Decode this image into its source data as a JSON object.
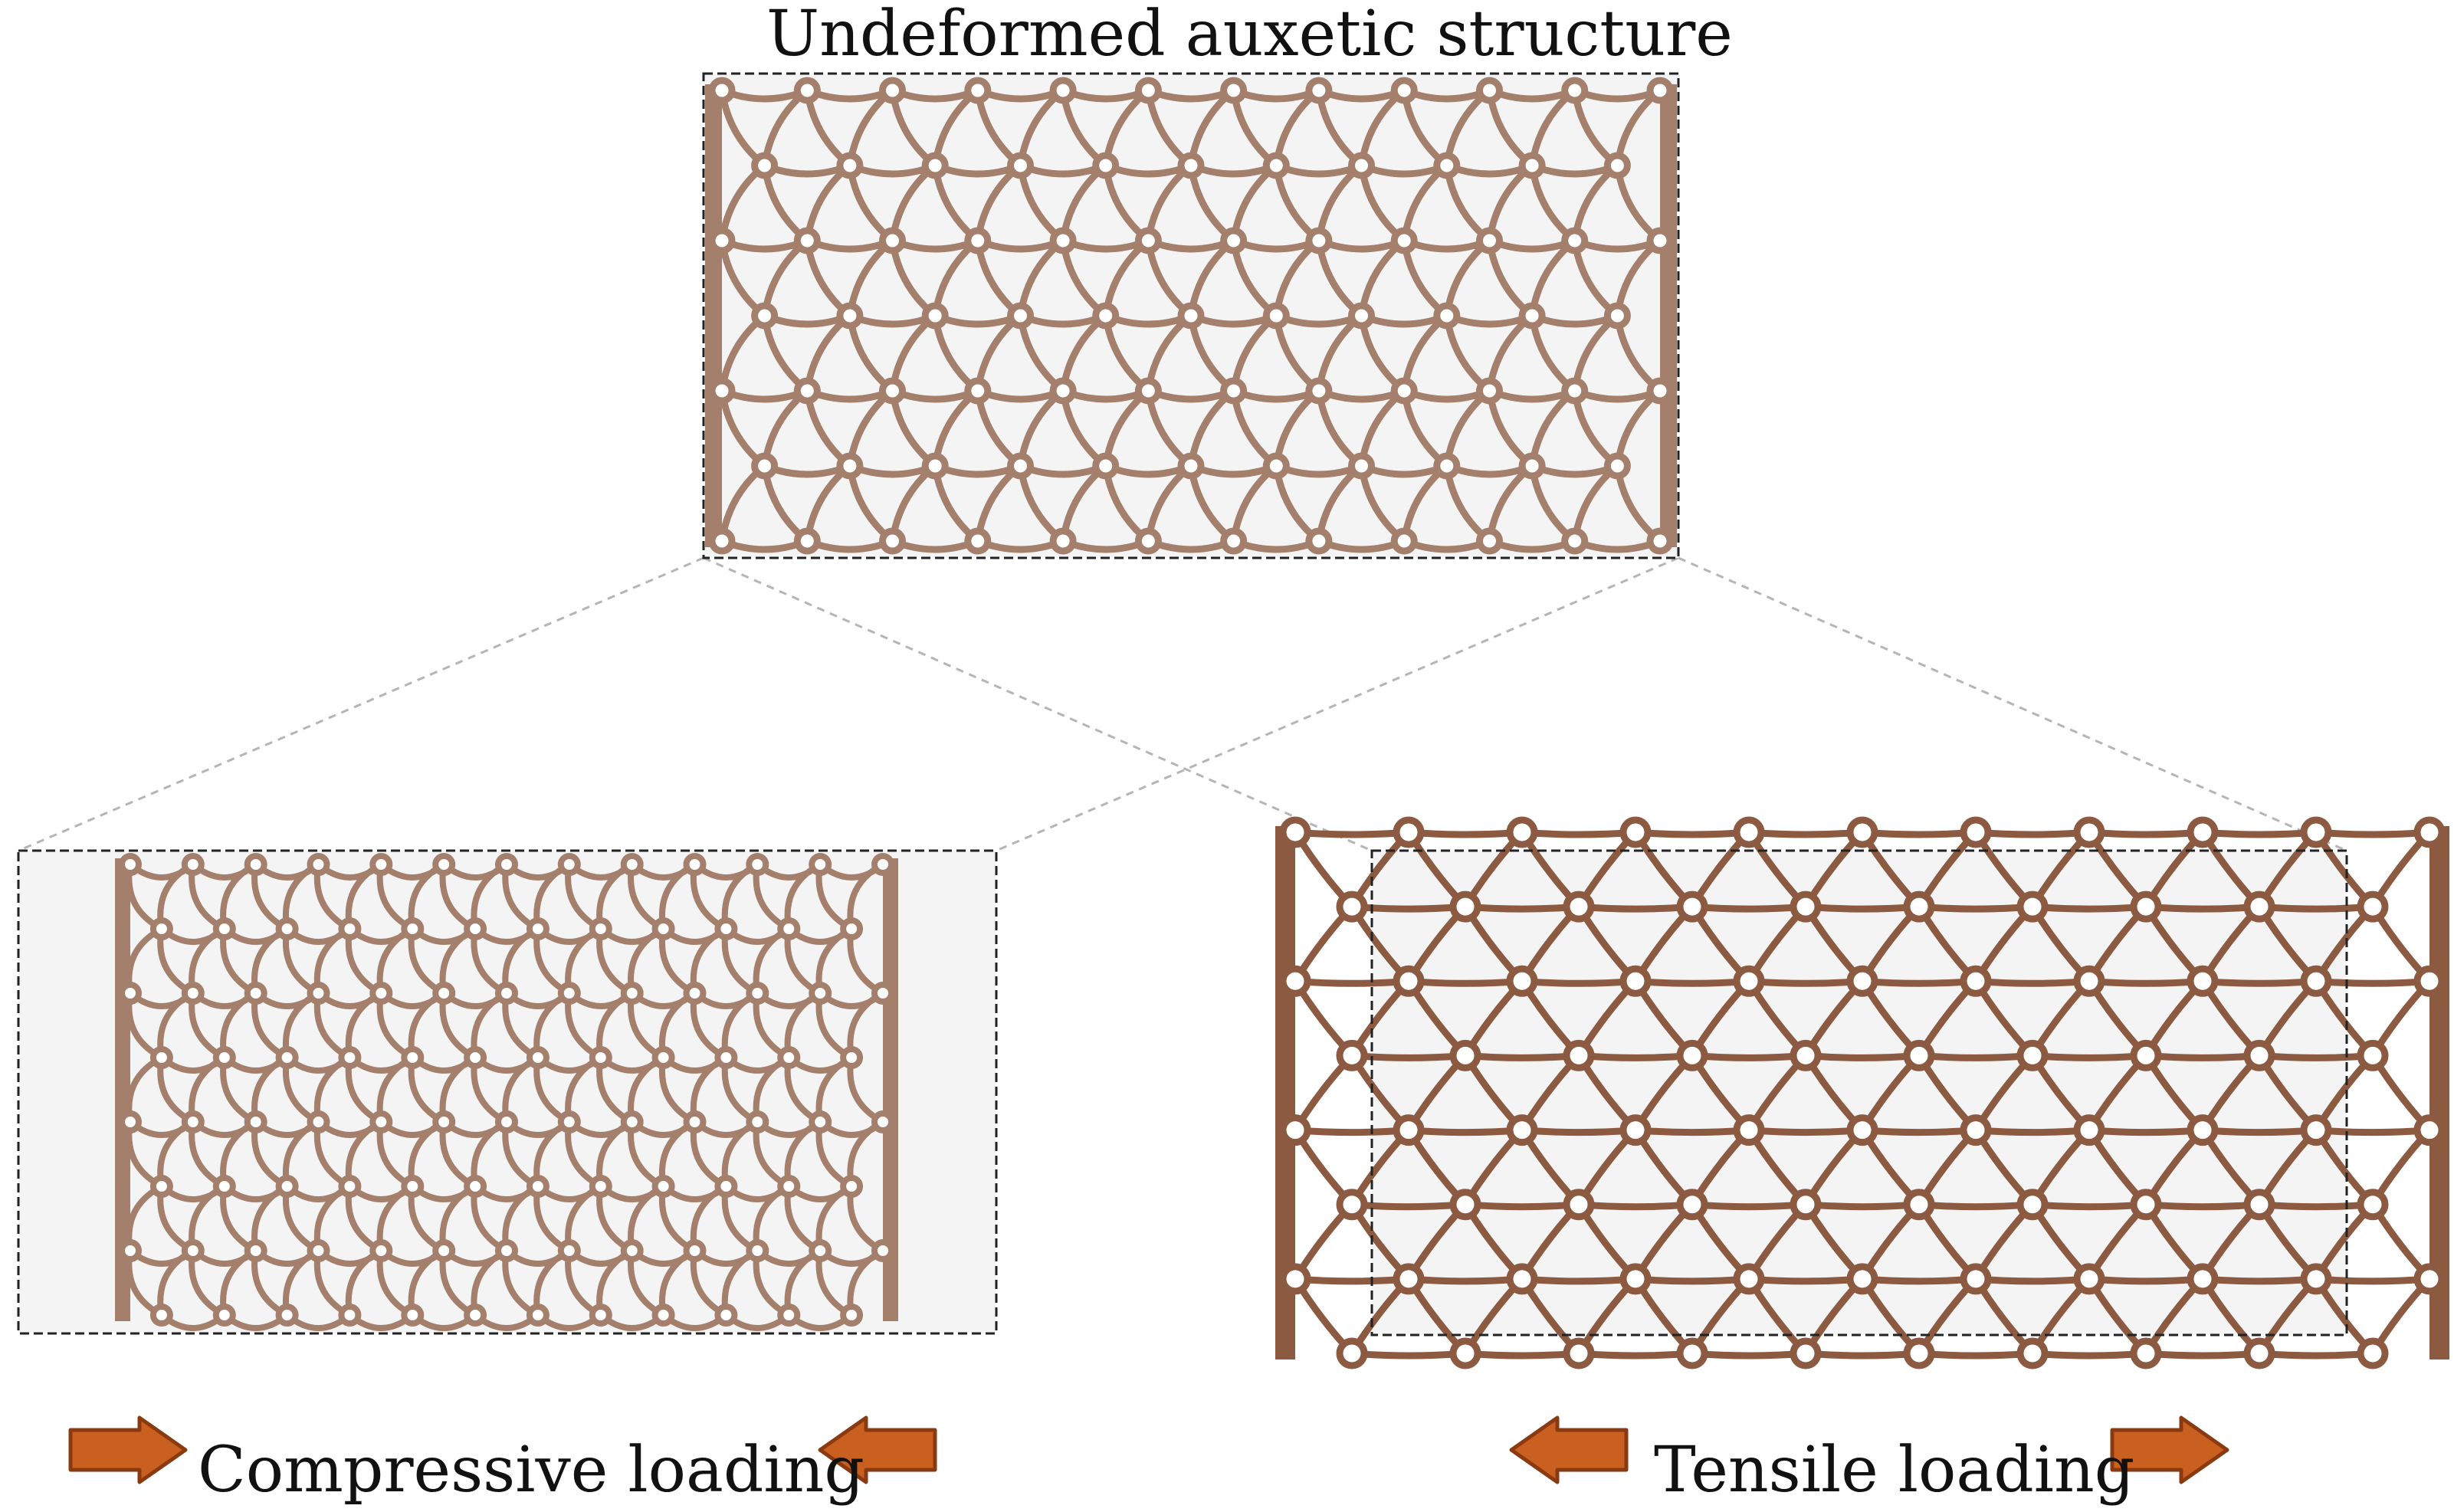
{
  "title": "Undeformed auxetic structure",
  "panels": [
    {
      "name": "undeformed"
    },
    {
      "name": "compressed",
      "label": "Compressive loading"
    },
    {
      "name": "stretched",
      "label": "Tensile loading"
    }
  ],
  "colors": {
    "material": "#a47f6c",
    "material_dark": "#8c5a40",
    "panel_fill": "#f4f4f4",
    "frame": "#222222",
    "projection_line": "#b5b5b5",
    "arrow_fill": "#c9601f",
    "arrow_edge": "#8a3a10"
  },
  "icons": [
    "arrow-right-icon",
    "arrow-left-icon"
  ]
}
